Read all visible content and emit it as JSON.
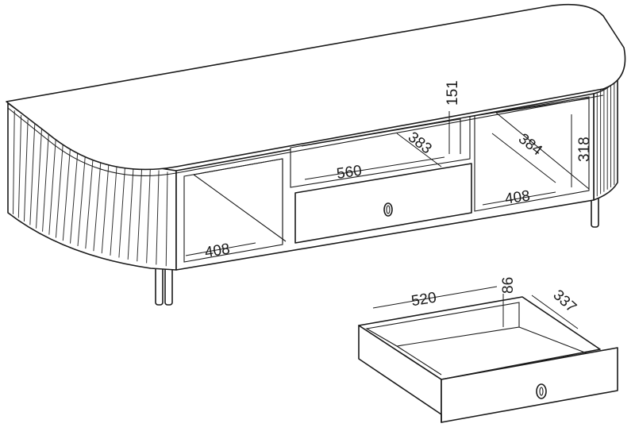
{
  "dimensions": {
    "cabinet_left_width": "408",
    "cabinet_drawer_width": "560",
    "cabinet_drawer_depth": "383",
    "cabinet_drawer_height": "151",
    "cabinet_right_depth": "384",
    "cabinet_right_width": "408",
    "cabinet_right_height": "318",
    "drawer_width": "520",
    "drawer_height": "86",
    "drawer_depth": "337"
  },
  "colors": {
    "line": "#1a1a1a",
    "background": "#ffffff"
  }
}
